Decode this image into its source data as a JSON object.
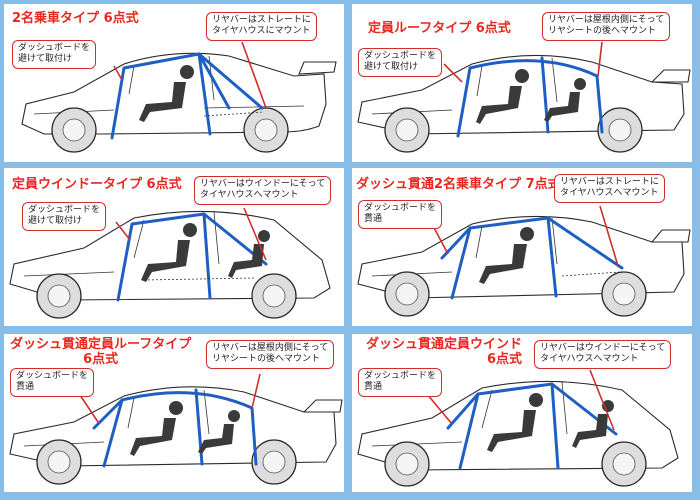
{
  "panels": [
    {
      "title": "2名乗車タイプ 6点式",
      "note_left": "ダッシュボードを\n避けて取付け",
      "note_right": "リヤバーはストレートに\nタイヤハウスにマウント"
    },
    {
      "title": "定員ルーフタイプ 6点式",
      "note_left": "ダッシュボードを\n避けて取付け",
      "note_right": "リヤバーは屋根内側にそって\nリヤシートの後へマウント"
    },
    {
      "title": "定員ウインドータイプ 6点式",
      "note_left": "ダッシュボードを\n避けて取付け",
      "note_right": "リヤバーはウインドーにそって\nタイヤハウスへマウント"
    },
    {
      "title": "ダッシュ貫通2名乗車タイプ 7点式",
      "note_left": "ダッシュボードを\n貫通",
      "note_right": "リヤバーはストレートに\nタイヤハウスへマウント"
    },
    {
      "title": "ダッシュ貫通定員ルーフタイプ\n6点式",
      "note_left": "ダッシュボードを\n貫通",
      "note_right": "リヤバーは屋根内側にそって\nリヤシートの後へマウント"
    },
    {
      "title": "ダッシュ貫通定員ウインド\n6点式",
      "note_left": "ダッシュボードを\n貫通",
      "note_right": "リヤバーはウインドーにそって\nタイヤハウスへマウント"
    }
  ],
  "colors": {
    "background": "#87bde6",
    "title": "#e8281f",
    "cage": "#1f5fc4",
    "callout_border": "#d22d2d"
  },
  "icons": [
    "sedan-car-icon",
    "hatchback-car-icon",
    "driver-icon",
    "passenger-icon",
    "roll-cage-icon"
  ]
}
